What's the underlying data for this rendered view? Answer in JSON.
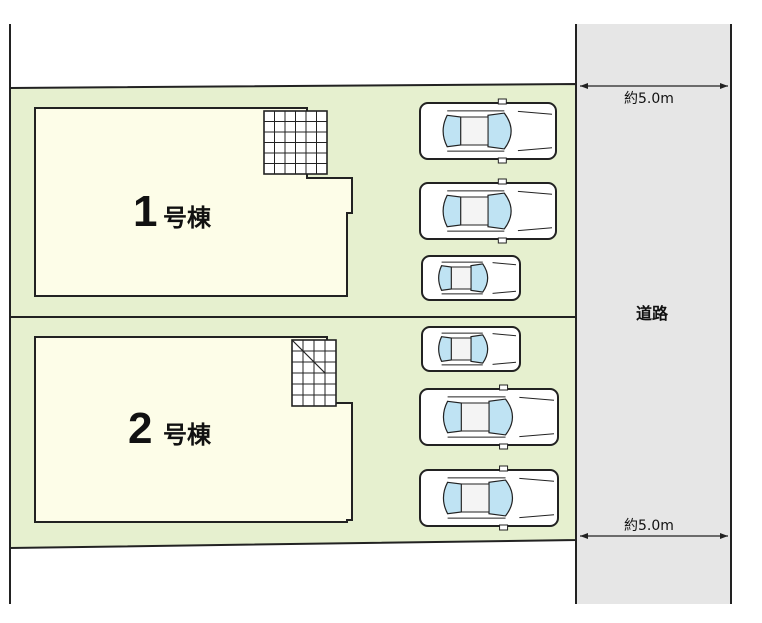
{
  "lots": [
    {
      "number": "1",
      "suffix": "号棟"
    },
    {
      "number": "2",
      "suffix": "号棟"
    }
  ],
  "road": {
    "label": "道路"
  },
  "dimensions": [
    {
      "label": "約5.0m"
    },
    {
      "label": "約5.0m"
    }
  ],
  "colors": {
    "lot_fill": "#e6f0cf",
    "house_fill": "#fdfde8",
    "road_fill": "#e6e6e6",
    "car_glass": "#bfe3f3",
    "outline": "#222222"
  },
  "icons": [
    "car-icon",
    "deck-grid-icon"
  ]
}
